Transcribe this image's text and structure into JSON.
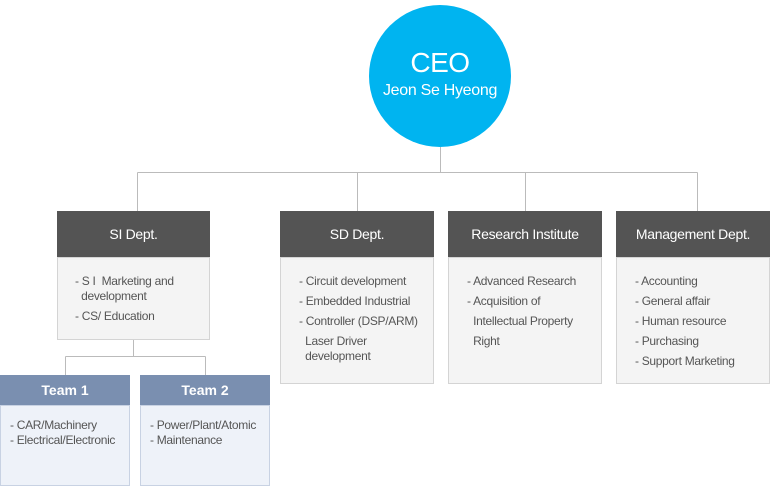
{
  "ceo": {
    "title": "CEO",
    "name": "Jeon Se Hyeong"
  },
  "departments": [
    {
      "name": "SI Dept.",
      "items": [
        "- S I  Marketing and",
        "  development",
        "- CS/ Education"
      ]
    },
    {
      "name": "SD Dept.",
      "items": [
        "- Circuit development",
        "- Embedded Industrial",
        "- Controller (DSP/ARM)",
        "  Laser Driver",
        "  development"
      ]
    },
    {
      "name": "Research Institute",
      "items": [
        "- Advanced Research",
        "- Acquisition of",
        "  Intellectual Property",
        "  Right"
      ]
    },
    {
      "name": "Management Dept.",
      "items": [
        "- Accounting",
        "- General affair",
        "- Human resource",
        "- Purchasing",
        "- Support Marketing"
      ]
    }
  ],
  "teams": [
    {
      "name": "Team 1",
      "items": [
        "- CAR/Machinery",
        "- Electrical/Electronic"
      ]
    },
    {
      "name": "Team 2",
      "items": [
        "- Power/Plant/Atomic",
        "- Maintenance"
      ]
    }
  ],
  "colors": {
    "ceo_circle": "#00b4f0",
    "dept_header": "#545454",
    "dept_body": "#f4f4f4",
    "team_header": "#7a8fb0",
    "team_body": "#eef2f9",
    "connector": "#bbbbbb"
  }
}
